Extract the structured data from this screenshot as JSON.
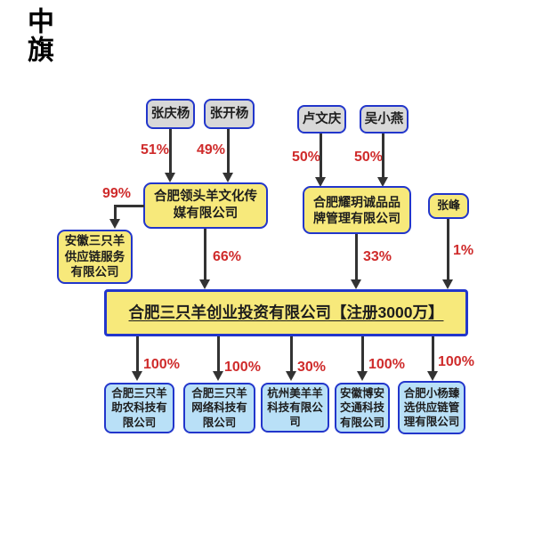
{
  "logo": "中旗",
  "colors": {
    "border_blue": "#2236cb",
    "box_yellow": "#f7e97b",
    "box_gray": "#d8d8d8",
    "box_light_blue": "#b9e0f7",
    "percent_red": "#cf2b2b",
    "arrow_dark": "#333333",
    "background": "#ffffff"
  },
  "diagram_type": "equity-structure",
  "persons": [
    {
      "name": "张庆杨",
      "stake": "51%",
      "target": "合肥领头羊文化传媒有限公司"
    },
    {
      "name": "张开杨",
      "stake": "49%",
      "target": "合肥领头羊文化传媒有限公司"
    },
    {
      "name": "卢文庆",
      "stake": "50%",
      "target": "合肥耀玥诚品品牌管理有限公司"
    },
    {
      "name": "吴小燕",
      "stake": "50%",
      "target": "合肥耀玥诚品品牌管理有限公司"
    }
  ],
  "holdings": [
    {
      "name": "合肥领头羊文化传媒有限公司",
      "stake_in_main": "66%"
    },
    {
      "name": "合肥耀玥诚品品牌管理有限公司",
      "stake_in_main": "33%"
    }
  ],
  "zhangfeng": {
    "name": "张峰",
    "stake_in_main": "1%"
  },
  "left_branch": {
    "stake": "99%",
    "name": "安徽三只羊供应链服务有限公司",
    "owner": "合肥领头羊文化传媒有限公司"
  },
  "main_company": {
    "name": "合肥三只羊创业投资有限公司【注册3000万】"
  },
  "subsidiaries": [
    {
      "name": "合肥三只羊助农科技有限公司",
      "stake": "100%"
    },
    {
      "name": "合肥三只羊网络科技有限公司",
      "stake": "100%"
    },
    {
      "name": "杭州美羊羊科技有限公司",
      "stake": "30%"
    },
    {
      "name": "安徽博安交通科技有限公司",
      "stake": "100%"
    },
    {
      "name": "合肥小杨臻选供应链管理有限公司",
      "stake": "100%"
    }
  ]
}
